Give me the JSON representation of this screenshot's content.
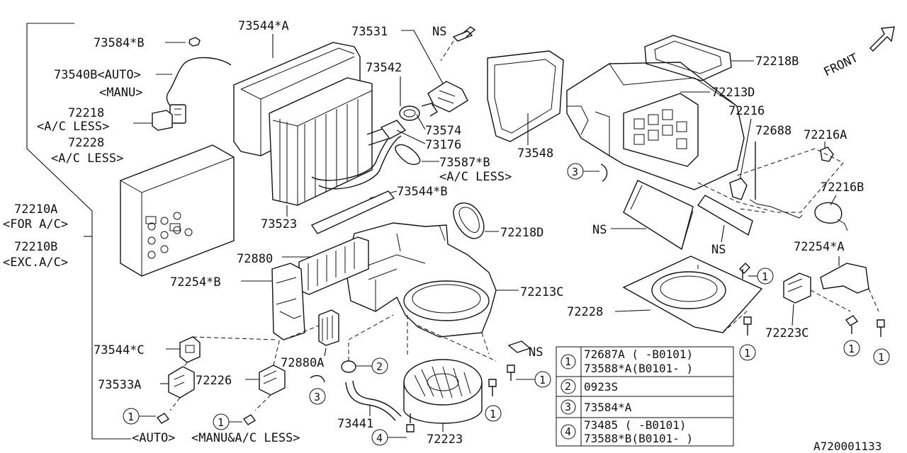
{
  "colors": {
    "ink": "#111111",
    "background": "#ffffff"
  },
  "diagram_id": "A720001133",
  "front_label": "FRONT",
  "labels": {
    "p73584B": "73584*B",
    "p73540B": "73540B<AUTO>",
    "manu": "<MANU>",
    "p72218": "72218",
    "ac_less_1": "<A/C LESS>",
    "p72228_top": "72228",
    "ac_less_2": "<A/C LESS>",
    "p72210A": "72210A",
    "for_ac": "<FOR A/C>",
    "p72210B": "72210B",
    "exc_ac": "<EXC.A/C>",
    "p73544A": "73544*A",
    "p73531": "73531",
    "ns_top": "NS",
    "p73542": "73542",
    "p73574": "73574",
    "p73176": "73176",
    "p73587B": "73587*B",
    "ac_less_3": "<A/C LESS>",
    "p73523": "73523",
    "p73544B": "73544*B",
    "p72218D": "72218D",
    "p72880": "72880",
    "p72254B": "72254*B",
    "p72213C": "72213C",
    "p73548": "73548",
    "p72218B": "72218B",
    "p72213D": "72213D",
    "p72216": "72216",
    "p72688": "72688",
    "p72216A": "72216A",
    "p72216B": "72216B",
    "ns_mid1": "NS",
    "ns_mid2": "NS",
    "p72254A": "72254*A",
    "p72228_bot": "72228",
    "p72223C": "72223C",
    "p73544C": "73544*C",
    "p73533A": "73533A",
    "p72226": "72226",
    "p72880A": "72880A",
    "p73441": "73441",
    "p72223": "72223",
    "ns_bot": "NS",
    "auto": "<AUTO>",
    "manu_ac_less": "<MANU&A/C LESS>"
  },
  "callouts": {
    "c1": "1",
    "c2": "2",
    "c3": "3",
    "c4": "4"
  },
  "legend": {
    "rows": [
      {
        "key": "1",
        "lines": [
          "72687A  (  -B0101)",
          "73588*A(B0101-  )"
        ]
      },
      {
        "key": "2",
        "lines": [
          "0923S"
        ]
      },
      {
        "key": "3",
        "lines": [
          "73584*A"
        ]
      },
      {
        "key": "4",
        "lines": [
          "73485   (  -B0101)",
          "73588*B(B0101-  )"
        ]
      }
    ]
  }
}
